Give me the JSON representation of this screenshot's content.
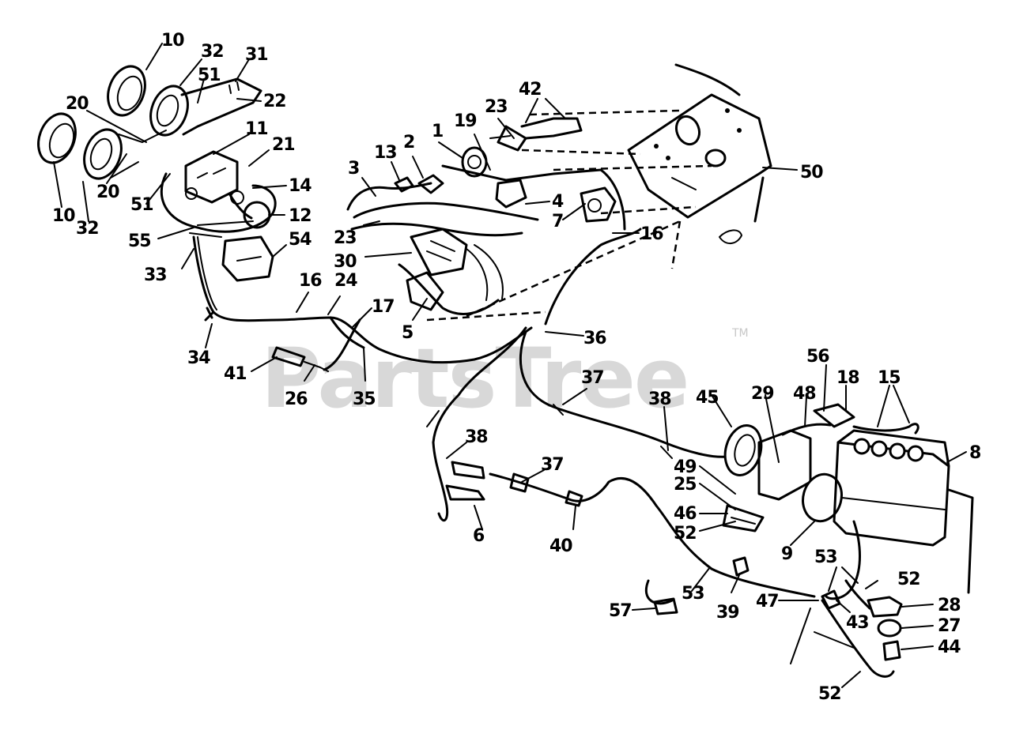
{
  "watermark": {
    "brand": "PartsTree",
    "trademark": "TM"
  },
  "callouts": [
    "10",
    "32",
    "31",
    "20",
    "51",
    "22",
    "11",
    "21",
    "14",
    "12",
    "55",
    "54",
    "33",
    "16",
    "24",
    "34",
    "41",
    "26",
    "35",
    "17",
    "42",
    "23",
    "19",
    "1",
    "2",
    "13",
    "3",
    "4",
    "7",
    "23",
    "30",
    "5",
    "50",
    "16",
    "36",
    "37",
    "38",
    "45",
    "29",
    "48",
    "56",
    "18",
    "15",
    "8",
    "49",
    "25",
    "46",
    "52",
    "9",
    "6",
    "38",
    "37",
    "40",
    "53",
    "52",
    "57",
    "53",
    "39",
    "47",
    "43",
    "28",
    "27",
    "44",
    "52",
    "10",
    "32",
    "20",
    "51"
  ]
}
